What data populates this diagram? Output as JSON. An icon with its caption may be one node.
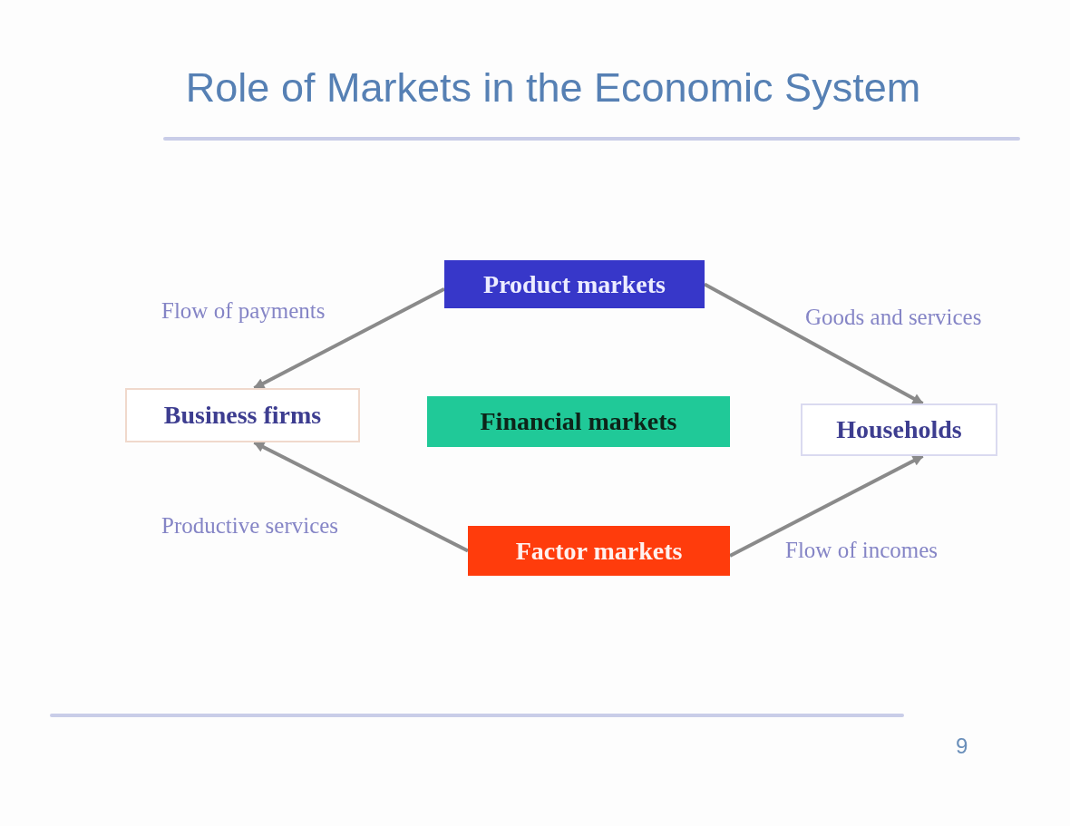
{
  "diagram": {
    "title": "Role of Markets in the Economic System",
    "nodes": [
      {
        "text": [
          "Product markets"
        ]
      },
      {
        "text": [
          "Business firms"
        ]
      },
      {
        "text": [
          "Financial markets"
        ]
      },
      {
        "text": [
          "Households"
        ]
      },
      {
        "text": [
          "Factor markets"
        ]
      }
    ],
    "edges": [
      {
        "from": 0,
        "to": 1,
        "arrow": "to",
        "label": "Flow of payments"
      },
      {
        "from": 0,
        "to": 3,
        "arrow": "to",
        "label": "Goods and services"
      },
      {
        "from": 4,
        "to": 1,
        "arrow": "to",
        "label": "Productive services"
      },
      {
        "from": 4,
        "to": 3,
        "arrow": "to",
        "label": "Flow of incomes"
      }
    ],
    "labels": [
      "9"
    ]
  }
}
